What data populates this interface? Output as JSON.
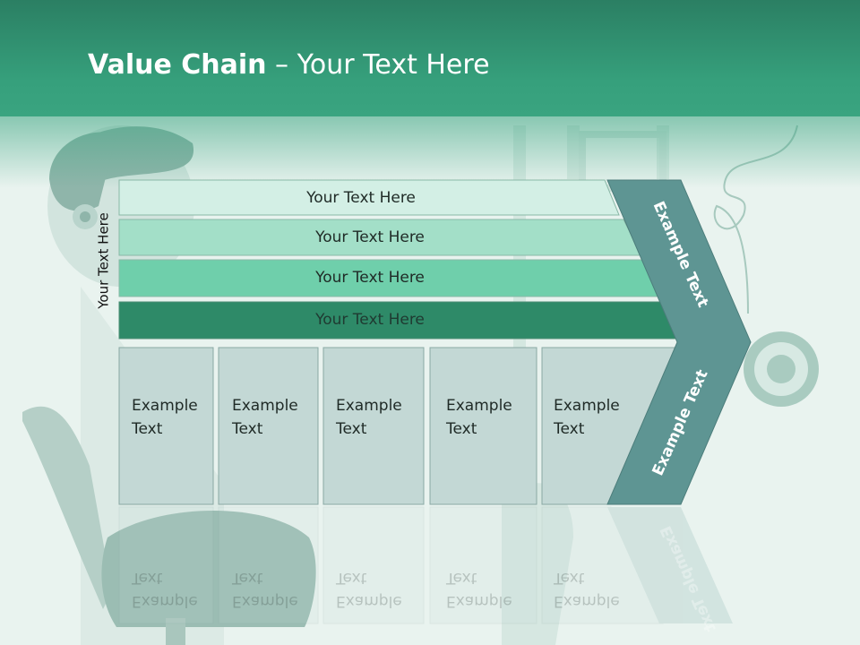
{
  "slide": {
    "title_bold": "Value Chain",
    "title_rest": " – Your Text Here",
    "side_label": "Your Text Here"
  },
  "bands": [
    {
      "label": "Your Text Here",
      "color": "#d3efe5"
    },
    {
      "label": "Your Text Here",
      "color": "#a3dfc8"
    },
    {
      "label": "Your Text Here",
      "color": "#6fcfab"
    },
    {
      "label": "Your Text Here",
      "color": "#2e8a68"
    }
  ],
  "boxes": [
    {
      "line1": "Example",
      "line2": "Text"
    },
    {
      "line1": "Example",
      "line2": "Text"
    },
    {
      "line1": "Example",
      "line2": "Text"
    },
    {
      "line1": "Example",
      "line2": "Text"
    },
    {
      "line1": "Example",
      "line2": "Text"
    }
  ],
  "chevron": {
    "upper_label": "Example Text",
    "lower_label": "Example Text",
    "color": "#5e9593"
  },
  "colors": {
    "header": "#36a07c",
    "box_fill": "#c3d8d5",
    "box_border": "#8aa8a4"
  }
}
